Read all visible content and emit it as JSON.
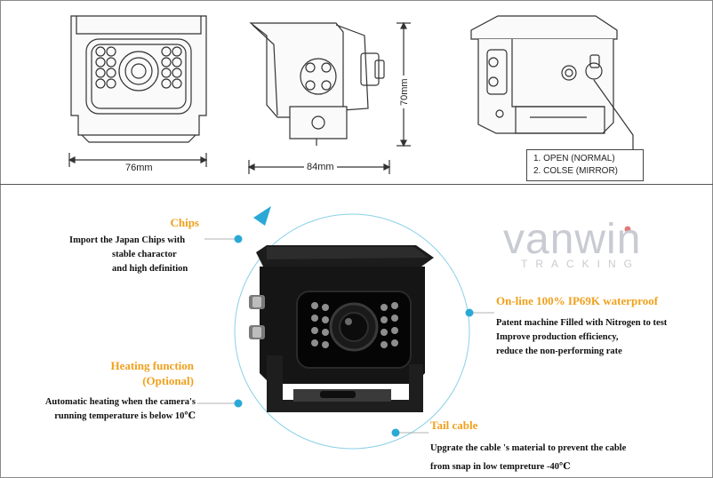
{
  "dimensions": {
    "front_width": "76mm",
    "side_width": "84mm",
    "side_height": "70mm"
  },
  "mirror_switch": {
    "option_1": "1. OPEN (NORMAL)",
    "option_2": "2. COLSE (MIRROR)"
  },
  "features": [
    {
      "title": "Chips",
      "lines": [
        "Import the Japan Chips with",
        "stable charactor",
        "and high definition"
      ]
    },
    {
      "title": "Heating function",
      "title_line_2": "(Optional)",
      "lines": [
        "Automatic heating when the camera's",
        "running temperature is below 10℃"
      ]
    },
    {
      "title": "On-line 100% IP69K waterproof",
      "lines": [
        "Patent machine Filled with Nitrogen to test",
        "Improve production efficiency,",
        "reduce the non-performing rate"
      ]
    },
    {
      "title": "Tail cable",
      "lines": [
        "Upgrate the cable 's material to prevent the cable",
        "from snap in low tempreture -40℃"
      ]
    }
  ],
  "logo": {
    "name": "vanwin",
    "tagline": "TRACKING"
  },
  "colors": {
    "accent_orange": "#f0a01c",
    "circle_teal": "#2aa9d6",
    "logo_gray": "#c9cbd3",
    "logo_dot": "#e07b7b"
  }
}
